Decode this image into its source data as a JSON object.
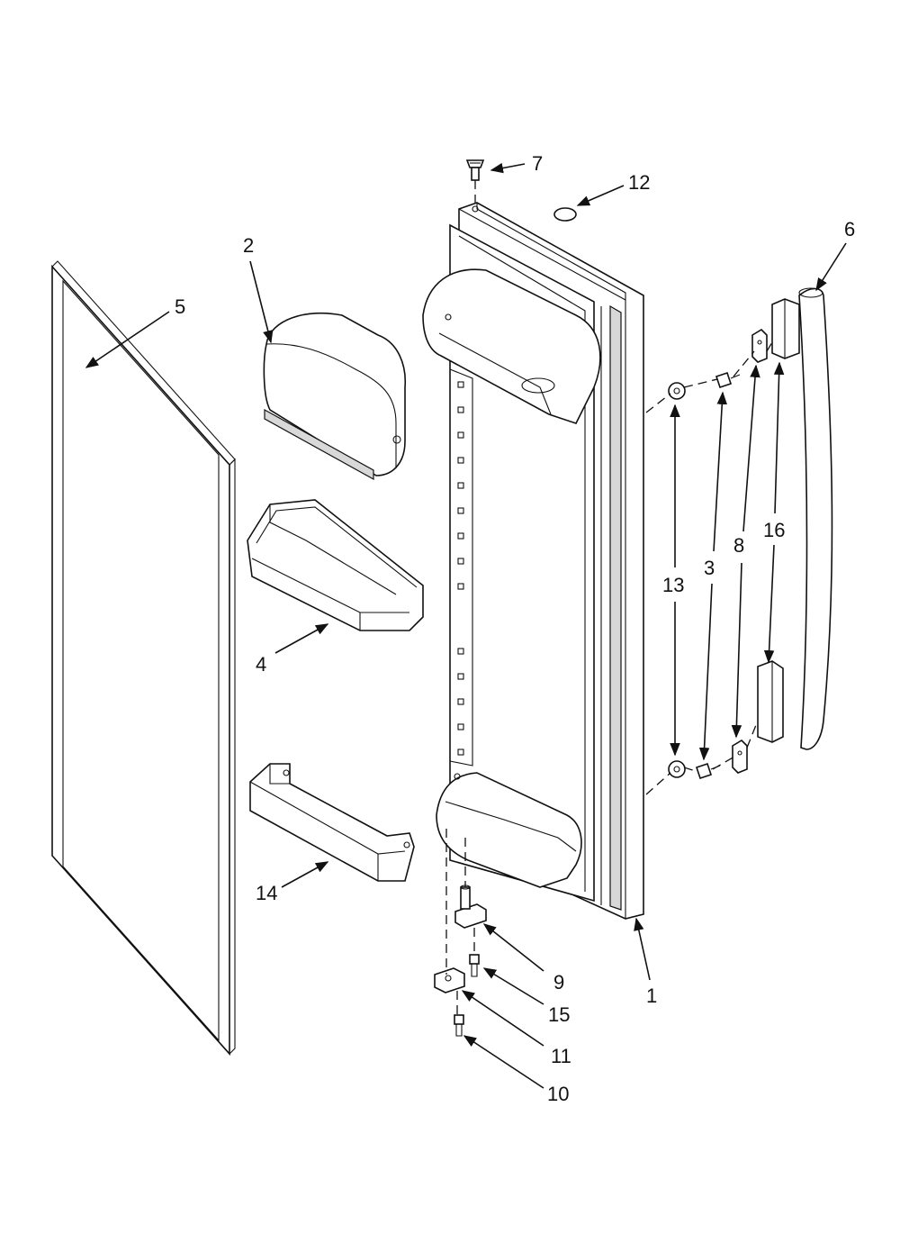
{
  "callouts": {
    "door_assembly": "1",
    "deli_drawer_cover": "2",
    "handle_screw": "3",
    "door_bin": "4",
    "door_gasket": "5",
    "door_handle": "6",
    "top_hinge_pin": "7",
    "handle_bracket": "8",
    "bottom_hinge_pin": "9",
    "hinge_screw": "10",
    "hinge_bracket": "11",
    "plug_button": "12",
    "handle_plug": "13",
    "door_shelf": "14",
    "pin_screw": "15",
    "handle_end_cap": "16"
  },
  "colors": {
    "line": "#111111",
    "background": "#ffffff",
    "shade": "#d8d8d8"
  }
}
